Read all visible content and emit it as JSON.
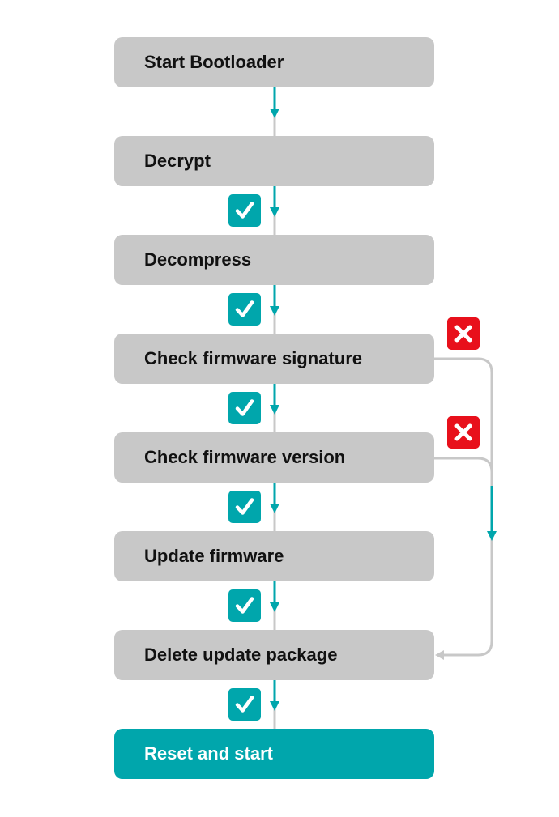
{
  "diagram": {
    "steps": [
      {
        "label": "Start Bootloader"
      },
      {
        "label": "Decrypt"
      },
      {
        "label": "Decompress"
      },
      {
        "label": "Check firmware signature"
      },
      {
        "label": "Check firmware version"
      },
      {
        "label": "Update firmware"
      },
      {
        "label": "Delete update package"
      },
      {
        "label": "Reset and start"
      }
    ],
    "success_icon": "check-icon",
    "failure_icon": "cross-icon",
    "colors": {
      "step_box": "#c8c8c8",
      "final_box": "#00a6ac",
      "success": "#00a6ac",
      "failure": "#e8101b",
      "connector": "#c8c8c8",
      "arrow": "#00a6ac"
    }
  }
}
